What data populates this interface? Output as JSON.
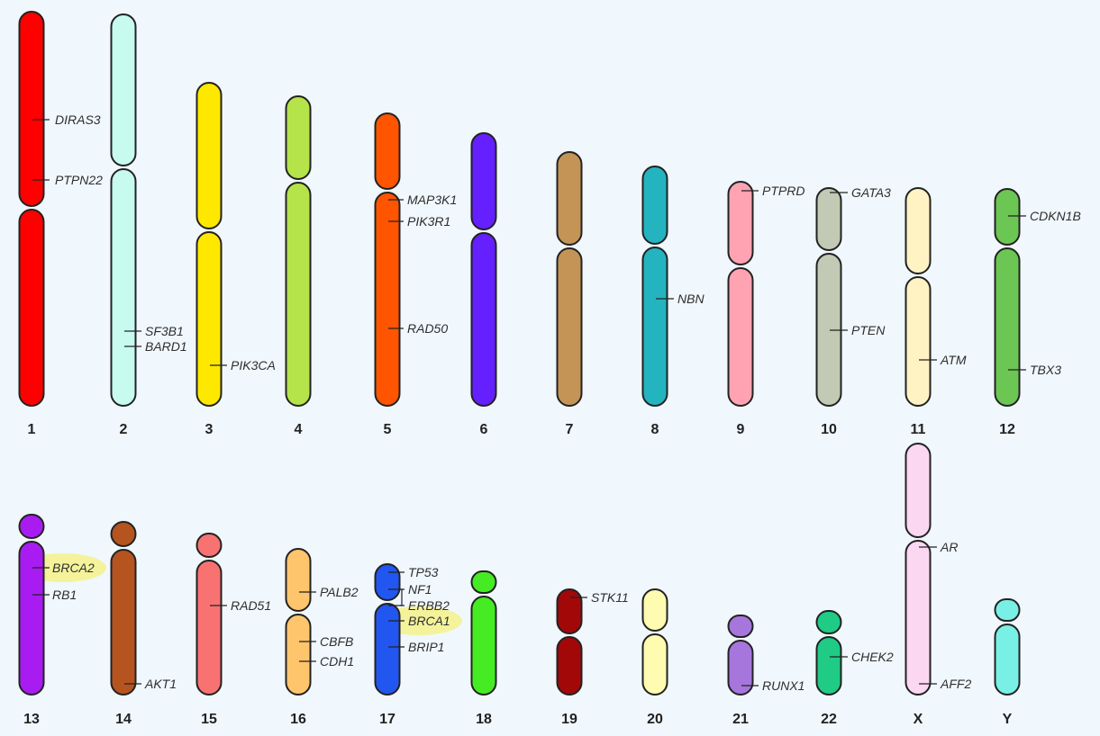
{
  "chromosomes": [
    {
      "name": "1",
      "color": "#ff0000",
      "genes": [
        "DIRAS3",
        "PTPN22"
      ]
    },
    {
      "name": "2",
      "color": "#c7fbf0",
      "genes": [
        "SF3B1",
        "BARD1"
      ]
    },
    {
      "name": "3",
      "color": "#ffe800",
      "genes": [
        "PIK3CA"
      ]
    },
    {
      "name": "4",
      "color": "#b5e34a",
      "genes": []
    },
    {
      "name": "5",
      "color": "#ff5400",
      "genes": [
        "MAP3K1",
        "PIK3R1",
        "RAD50"
      ]
    },
    {
      "name": "6",
      "color": "#6420ff",
      "genes": []
    },
    {
      "name": "7",
      "color": "#c49457",
      "genes": []
    },
    {
      "name": "8",
      "color": "#23b4bf",
      "genes": [
        "NBN"
      ]
    },
    {
      "name": "9",
      "color": "#ffa3b3",
      "genes": [
        "PTPRD"
      ]
    },
    {
      "name": "10",
      "color": "#c2c9b4",
      "genes": [
        "GATA3",
        "PTEN"
      ]
    },
    {
      "name": "11",
      "color": "#fff3c4",
      "genes": [
        "ATM"
      ]
    },
    {
      "name": "12",
      "color": "#6cc653",
      "genes": [
        "CDKN1B",
        "TBX3"
      ]
    },
    {
      "name": "13",
      "color": "#a81cf2",
      "genes": [
        "BRCA2",
        "RB1"
      ],
      "highlight": [
        "BRCA2"
      ]
    },
    {
      "name": "14",
      "color": "#b5541f",
      "genes": [
        "AKT1"
      ]
    },
    {
      "name": "15",
      "color": "#f97272",
      "genes": [
        "RAD51"
      ]
    },
    {
      "name": "16",
      "color": "#ffc56d",
      "genes": [
        "PALB2",
        "CBFB",
        "CDH1"
      ]
    },
    {
      "name": "17",
      "color": "#2156f0",
      "genes": [
        "TP53",
        "NF1",
        "ERBB2",
        "BRCA1",
        "BRIP1"
      ],
      "highlight": [
        "BRCA1"
      ]
    },
    {
      "name": "18",
      "color": "#45ec23",
      "genes": []
    },
    {
      "name": "19",
      "color": "#a30808",
      "genes": [
        "STK11"
      ]
    },
    {
      "name": "20",
      "color": "#fffbb0",
      "genes": []
    },
    {
      "name": "21",
      "color": "#a676dc",
      "genes": [
        "RUNX1"
      ]
    },
    {
      "name": "22",
      "color": "#1fcb85",
      "genes": [
        "CHEK2"
      ]
    },
    {
      "name": "X",
      "color": "#fcd7f2",
      "genes": [
        "AR",
        "AFF2"
      ]
    },
    {
      "name": "Y",
      "color": "#79f0e6",
      "genes": []
    }
  ],
  "colors": {
    "outline": "#222222",
    "highlight": "#f6f27a",
    "background": "#f0f7fd"
  }
}
